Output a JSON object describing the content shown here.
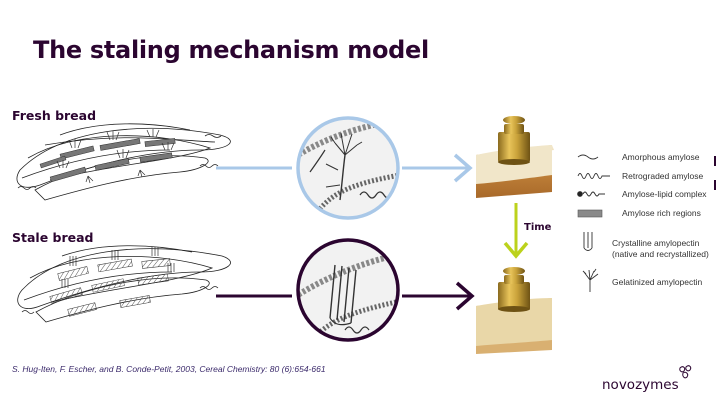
{
  "title": "The staling mechanism model",
  "rows": {
    "fresh": {
      "label": "Fresh bread"
    },
    "stale": {
      "label": "Stale bread"
    }
  },
  "time_label": "Time",
  "legend": {
    "items": [
      {
        "label": "Amorphous amylose",
        "icon": "wavy-line-icon"
      },
      {
        "label": "Retrograded amylose",
        "icon": "coil-icon"
      },
      {
        "label": "Amylose-lipid complex",
        "icon": "lipid-complex-icon"
      },
      {
        "label": "Amylose rich regions",
        "icon": "grey-rect-icon"
      },
      {
        "label": "Crystalline amylopectin",
        "label2": "(native and recrystallized)",
        "icon": "parallel-lines-icon"
      },
      {
        "label": "Gelatinized amylopectin",
        "icon": "branched-icon"
      }
    ]
  },
  "citation": "S. Hug-Iten, F. Escher, and B. Conde-Petit, 2003, Cereal Chemistry: 80 (6):654-661",
  "logo": "novozymes",
  "colors": {
    "title": "#2b0530",
    "fresh_arrow": "#a9c8e8",
    "stale_arrow": "#2b0530",
    "time_arrow": "#bcd21c",
    "weight_gold": "#c9a23a",
    "bread_crust": "#c98a3a",
    "bread_crumb": "#efe1bf"
  }
}
